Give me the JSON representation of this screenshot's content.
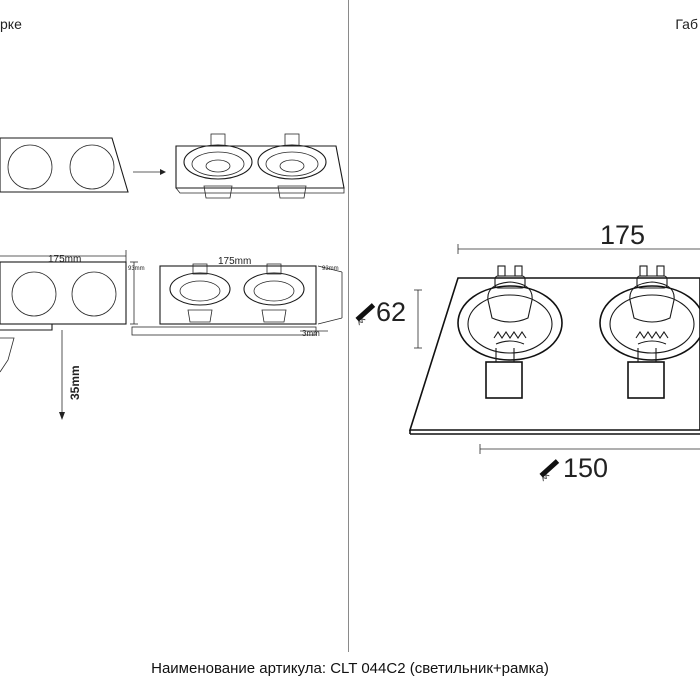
{
  "header": {
    "left_text": "рке",
    "right_text": "Габ"
  },
  "left_panel": {
    "dim_width_top": "175mm",
    "dim_width_frame": "175mm",
    "dim_height_a": "93mm",
    "dim_height_b": "93mm",
    "dim_thickness": "3mm",
    "dim_depth": "35mm"
  },
  "right_panel": {
    "dim_length": "175",
    "dim_height": "62",
    "dim_cutout": "150"
  },
  "caption": {
    "text": "Наименование артикула: CLT 044C2 (светильник+рамка)"
  },
  "icons": {
    "saw": "saw-icon",
    "arrow": "arrow-right-icon"
  }
}
